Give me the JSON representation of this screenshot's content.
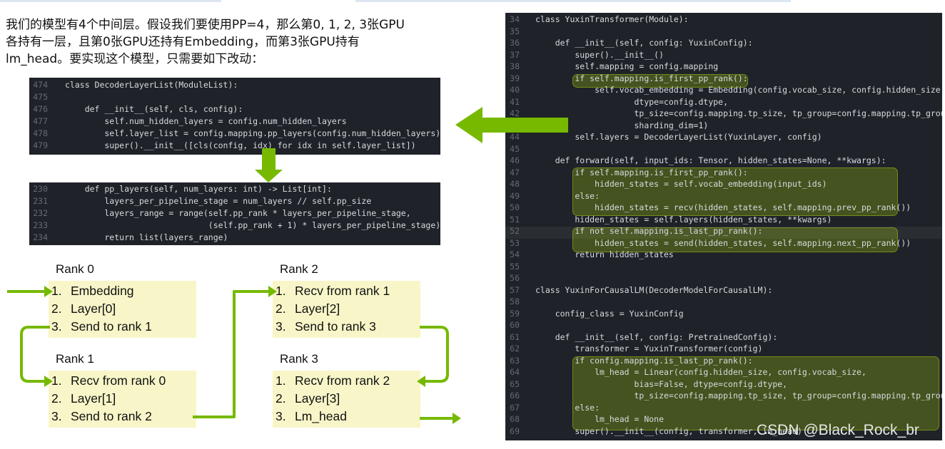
{
  "intro_lines": [
    "我们的模型有4个中间层。假设我们要使用PP=4，那么第0, 1, 2, 3张GPU",
    "各持有一层，且第0张GPU还持有Embedding，而第3张GPU持有",
    "lm_head。要实现这个模型，只需要如下改动："
  ],
  "snippet1": {
    "lines": [
      {
        "n": "474",
        "t": "class DecoderLayerList(ModuleList):"
      },
      {
        "n": "475",
        "t": ""
      },
      {
        "n": "476",
        "t": "    def __init__(self, cls, config):"
      },
      {
        "n": "477",
        "t": "        self.num_hidden_layers = config.num_hidden_layers"
      },
      {
        "n": "478",
        "t": "        self.layer_list = config.mapping.pp_layers(config.num_hidden_layers)"
      },
      {
        "n": "479",
        "t": "        super().__init__([cls(config, idx) for idx in self.layer_list])"
      }
    ]
  },
  "snippet2": {
    "lines": [
      {
        "n": "230",
        "t": "    def pp_layers(self, num_layers: int) -> List[int]:"
      },
      {
        "n": "231",
        "t": "        layers_per_pipeline_stage = num_layers // self.pp_size"
      },
      {
        "n": "232",
        "t": "        layers_range = range(self.pp_rank * layers_per_pipeline_stage,"
      },
      {
        "n": "233",
        "t": "                             (self.pp_rank + 1) * layers_per_pipeline_stage)"
      },
      {
        "n": "234",
        "t": "        return list(layers_range)"
      }
    ]
  },
  "snippet3": {
    "lines": [
      {
        "n": "34",
        "t": "class YuxinTransformer(Module):"
      },
      {
        "n": "35",
        "t": ""
      },
      {
        "n": "36",
        "t": "    def __init__(self, config: YuxinConfig):"
      },
      {
        "n": "37",
        "t": "        super().__init__()"
      },
      {
        "n": "38",
        "t": "        self.mapping = config.mapping"
      },
      {
        "n": "39",
        "t": "        if self.mapping.is_first_pp_rank():"
      },
      {
        "n": "40",
        "t": "            self.vocab_embedding = Embedding(config.vocab_size, config.hidden_size,"
      },
      {
        "n": "41",
        "t": "                    dtype=config.dtype,"
      },
      {
        "n": "42",
        "t": "                    tp_size=config.mapping.tp_size, tp_group=config.mapping.tp_group,"
      },
      {
        "n": "43",
        "t": "                    sharding_dim=1)"
      },
      {
        "n": "44",
        "t": "        self.layers = DecoderLayerList(YuxinLayer, config)"
      },
      {
        "n": "45",
        "t": ""
      },
      {
        "n": "46",
        "t": "    def forward(self, input_ids: Tensor, hidden_states=None, **kwargs):"
      },
      {
        "n": "47",
        "t": "        if self.mapping.is_first_pp_rank():"
      },
      {
        "n": "48",
        "t": "            hidden_states = self.vocab_embedding(input_ids)"
      },
      {
        "n": "49",
        "t": "        else:"
      },
      {
        "n": "50",
        "t": "            hidden_states = recv(hidden_states, self.mapping.prev_pp_rank())"
      },
      {
        "n": "51",
        "t": "        hidden_states = self.layers(hidden_states, **kwargs)"
      },
      {
        "n": "52",
        "t": "        if not self.mapping.is_last_pp_rank():"
      },
      {
        "n": "53",
        "t": "            hidden_states = send(hidden_states, self.mapping.next_pp_rank())"
      },
      {
        "n": "54",
        "t": "        return hidden_states"
      },
      {
        "n": "55",
        "t": ""
      },
      {
        "n": "56",
        "t": ""
      },
      {
        "n": "57",
        "t": "class YuxinForCausalLM(DecoderModelForCausalLM):"
      },
      {
        "n": "58",
        "t": ""
      },
      {
        "n": "59",
        "t": "    config_class = YuxinConfig"
      },
      {
        "n": "60",
        "t": ""
      },
      {
        "n": "61",
        "t": "    def __init__(self, config: PretrainedConfig):"
      },
      {
        "n": "62",
        "t": "        transformer = YuxinTransformer(config)"
      },
      {
        "n": "63",
        "t": "        if config.mapping.is_last_pp_rank():"
      },
      {
        "n": "64",
        "t": "            lm_head = Linear(config.hidden_size, config.vocab_size,"
      },
      {
        "n": "65",
        "t": "                    bias=False, dtype=config.dtype,"
      },
      {
        "n": "66",
        "t": "                    tp_size=config.mapping.tp_size, tp_group=config.mapping.tp_group)"
      },
      {
        "n": "67",
        "t": "        else:"
      },
      {
        "n": "68",
        "t": "            lm_head = None"
      },
      {
        "n": "69",
        "t": "        super().__init__(config, transformer, lm_head)"
      }
    ]
  },
  "ranks": [
    {
      "title": "Rank 0",
      "items": [
        {
          "num": "1.",
          "text": "Embedding"
        },
        {
          "num": "2.",
          "text": "Layer[0]"
        },
        {
          "num": "3.",
          "text": "Send to rank 1"
        }
      ]
    },
    {
      "title": "Rank 1",
      "items": [
        {
          "num": "1.",
          "text": "Recv from rank 0"
        },
        {
          "num": "2.",
          "text": "Layer[1]"
        },
        {
          "num": "3.",
          "text": "Send to rank 2"
        }
      ]
    },
    {
      "title": "Rank 2",
      "items": [
        {
          "num": "1.",
          "text": "Recv from rank 1"
        },
        {
          "num": "2.",
          "text": "Layer[2]"
        },
        {
          "num": "3.",
          "text": "Send to rank 3"
        }
      ]
    },
    {
      "title": "Rank 3",
      "items": [
        {
          "num": "1.",
          "text": "Recv from rank 2"
        },
        {
          "num": "2.",
          "text": "Layer[3]"
        },
        {
          "num": "3.",
          "text": "Lm_head"
        }
      ]
    }
  ],
  "watermark": "CSDN @Black_Rock_br",
  "colors": {
    "arrow": "#76b900",
    "rank_box": "#f8f6c8",
    "code_bg": "#1f2329",
    "highlight": "#769614"
  }
}
